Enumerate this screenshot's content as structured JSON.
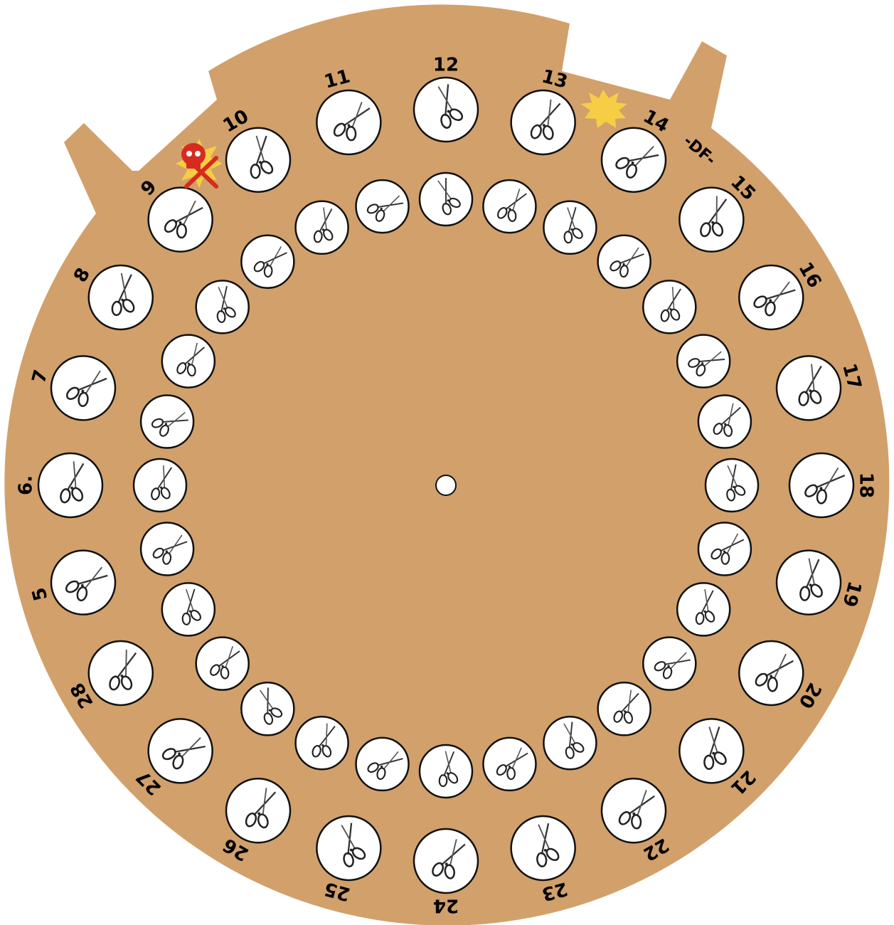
{
  "board": {
    "colors": {
      "board": "#d2a06b",
      "hole_fill": "#ffffff",
      "hole_stroke": "#111111",
      "skull": "#d62b1f",
      "burst": "#f7cd45"
    },
    "outer_slots": [
      {
        "label": "12",
        "icon": "scissors-icon"
      },
      {
        "label": "13",
        "icon": "scissors-icon"
      },
      {
        "label": "14",
        "icon": "scissors-icon"
      },
      {
        "label": "15",
        "icon": "scissors-icon"
      },
      {
        "label": "16",
        "icon": "scissors-icon"
      },
      {
        "label": "17",
        "icon": "scissors-icon"
      },
      {
        "label": "18",
        "icon": "scissors-icon"
      },
      {
        "label": "19",
        "icon": "scissors-icon"
      },
      {
        "label": "20",
        "icon": "scissors-icon"
      },
      {
        "label": "21",
        "icon": "scissors-icon"
      },
      {
        "label": "22",
        "icon": "scissors-icon"
      },
      {
        "label": "23",
        "icon": "scissors-icon"
      },
      {
        "label": "24",
        "icon": "scissors-icon"
      },
      {
        "label": "25",
        "icon": "scissors-icon"
      },
      {
        "label": "26",
        "icon": "scissors-icon"
      },
      {
        "label": "27",
        "icon": "scissors-icon"
      },
      {
        "label": "28",
        "icon": "scissors-icon"
      },
      {
        "label": "5",
        "icon": "scissors-icon"
      },
      {
        "label": "6.",
        "icon": "scissors-icon"
      },
      {
        "label": "7",
        "icon": "scissors-icon"
      },
      {
        "label": "8",
        "icon": "scissors-icon"
      },
      {
        "label": "9",
        "icon": "scissors-icon"
      },
      {
        "label": "10",
        "icon": "scissors-icon"
      },
      {
        "label": "11",
        "icon": "scissors-icon"
      }
    ],
    "inner_slot_count": 28,
    "inner_slot_icon": "scissors-icon",
    "markers": {
      "df_text": "-DF-",
      "danger_icon": "skull-crossbones-icon",
      "burst_icon": "starburst-icon"
    }
  }
}
